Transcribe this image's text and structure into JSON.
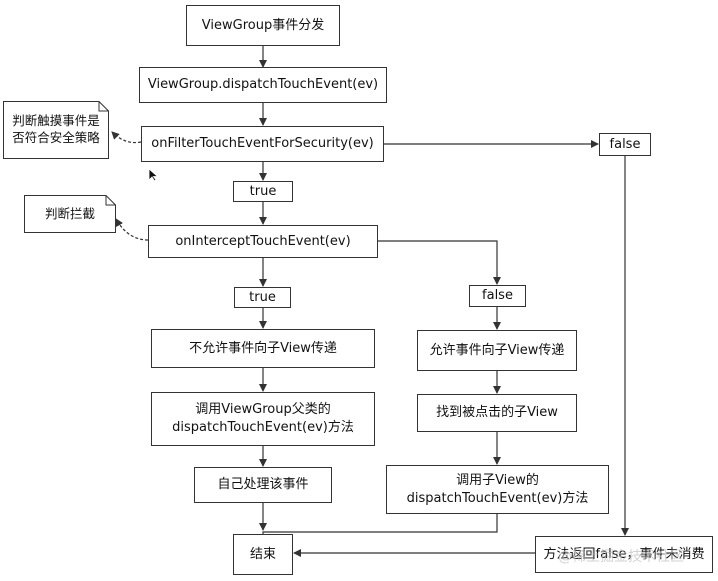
{
  "nodes": {
    "start": "ViewGroup事件分发",
    "dispatch": "ViewGroup.dispatchTouchEvent(ev)",
    "filter": "onFilterTouchEventForSecurity(ev)",
    "filter_false": "false",
    "filter_true": "true",
    "intercept": "onInterceptTouchEvent(ev)",
    "intercept_true": "true",
    "intercept_false": "false",
    "deny": "不允许事件向子View传递",
    "allow": "允许事件向子View传递",
    "call_parent": "调用ViewGroup父类的\ndispatchTouchEvent(ev)方法",
    "find_child": "找到被点击的子View",
    "handle_self": "自己处理该事件",
    "call_child": "调用子View的\ndispatchTouchEvent(ev)方法",
    "return_false": "方法返回false，事件未消费",
    "end": "结束"
  },
  "notes": {
    "security": "判断触摸事件是\n否符合安全策略",
    "intercept": "判断拦截"
  },
  "watermark": "@稀土掘金技术社区"
}
